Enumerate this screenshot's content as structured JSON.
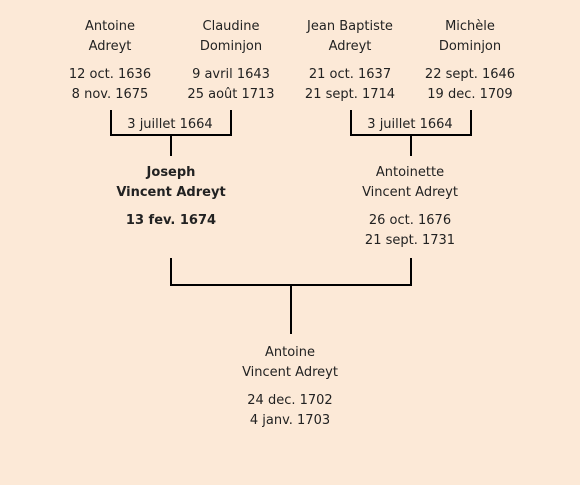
{
  "grandparents_left": {
    "father": {
      "first": "Antoine",
      "last": "Adreyt",
      "birth": "12 oct. 1636",
      "death": "8 nov. 1675"
    },
    "mother": {
      "first": "Claudine",
      "last": "Dominjon",
      "birth": "9 avril 1643",
      "death": "25 août 1713"
    },
    "marriage": "3 juillet 1664"
  },
  "grandparents_right": {
    "father": {
      "first": "Jean Baptiste",
      "last": "Adreyt",
      "birth": "21 oct. 1637",
      "death": "21 sept. 1714"
    },
    "mother": {
      "first": "Michèle",
      "last": "Dominjon",
      "birth": "22 sept. 1646",
      "death": "19 dec. 1709"
    },
    "marriage": "3 juillet 1664"
  },
  "parents": {
    "father": {
      "first": "Joseph",
      "last": "Vincent Adreyt",
      "birth": "13 fev. 1674"
    },
    "mother": {
      "first": "Antoinette",
      "last": "Vincent Adreyt",
      "birth": "26 oct. 1676",
      "death": "21 sept. 1731"
    }
  },
  "child": {
    "first": "Antoine",
    "last": "Vincent Adreyt",
    "birth": "24 dec. 1702",
    "death": "4 janv. 1703"
  }
}
